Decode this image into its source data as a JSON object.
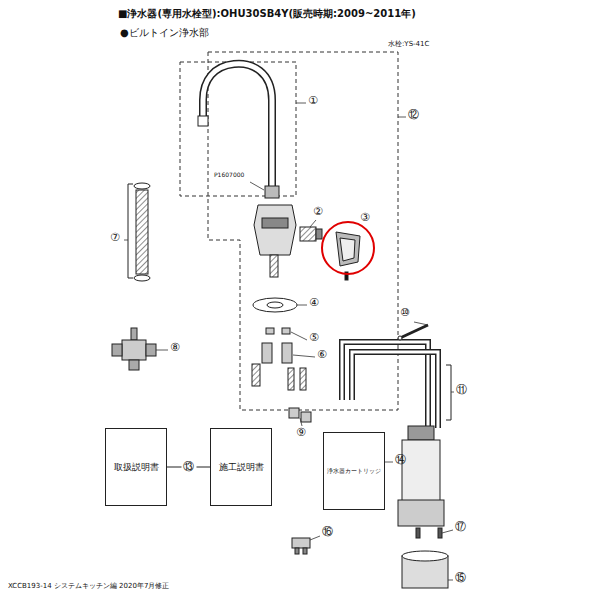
{
  "diagram": {
    "title": "■浄水器(専用水栓型):OHU30SB4Y(販売時期:2009~2011年)",
    "caption": "XCCB193-14 システムキッチン編 2020年7月修正",
    "nodes": [
      {
        "text": [
          "取扱説明書"
        ]
      },
      {
        "text": [
          "施工説明書"
        ]
      },
      {
        "text": [
          "浄水器カートリッジ"
        ]
      }
    ],
    "edges": [
      {
        "from": 0,
        "to": 1,
        "label": "⑬",
        "arrow": "none"
      }
    ],
    "labels": [
      "●ビルトイン浄水部",
      "水栓:YS-41C",
      "①",
      "P1607000",
      "⑫",
      "②",
      "③",
      "④",
      "⑤",
      "⑥",
      "⑦",
      "⑧",
      "⑩",
      "⑪",
      "⑨",
      "⑭",
      "⑰",
      "⑮",
      "⑯"
    ]
  }
}
